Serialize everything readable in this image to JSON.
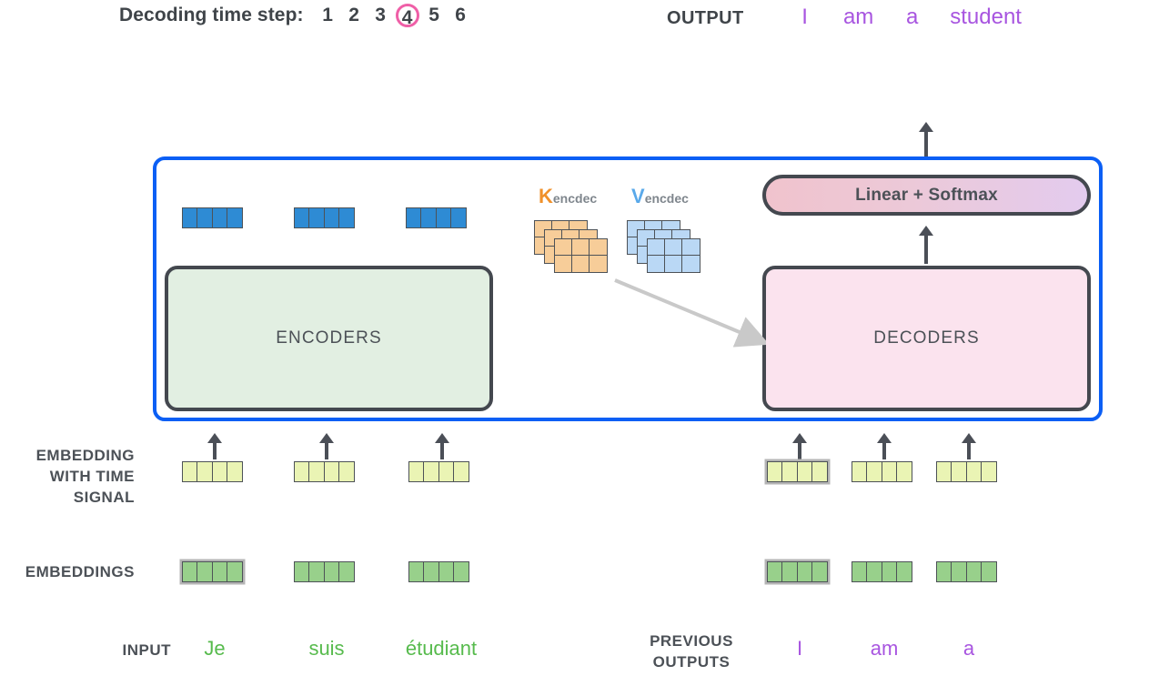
{
  "header": {
    "timestep_label": "Decoding time step:",
    "steps": [
      "1",
      "2",
      "3",
      "4",
      "5",
      "6"
    ],
    "active_step": "4",
    "active_step_color": "#ef5fa7",
    "output_label": "OUTPUT",
    "output_words": [
      "I",
      "am",
      "a",
      "student"
    ],
    "output_word_color": "#a855e0"
  },
  "diagram": {
    "container_color": "#0b5ff5",
    "encoders_label": "ENCODERS",
    "encoders_color": "#e2efe2",
    "decoders_label": "DECODERS",
    "decoders_color": "#fbe3ee",
    "linear_softmax_label": "Linear + Softmax",
    "k_label": "K",
    "k_sub": "encdec",
    "k_color": "#f0912b",
    "v_label": "V",
    "v_sub": "encdec",
    "v_color": "#5aa9ea",
    "encoder_output_vectors": 3,
    "vector_cells": 4,
    "blue_vector_color": "#2e8bd4",
    "time_signal_color": "#eaf4b4",
    "embedding_color": "#98d08b",
    "attention_arrow_color": "#c9c9c9"
  },
  "rows": {
    "embedding_with_time_signal": [
      "EMBEDDING",
      "WITH TIME",
      "SIGNAL"
    ],
    "embeddings": "EMBEDDINGS",
    "input": "INPUT",
    "previous_outputs": [
      "PREVIOUS",
      "OUTPUTS"
    ]
  },
  "input_words": [
    "Je",
    "suis",
    "étudiant"
  ],
  "input_word_color": "#57bb4d",
  "previous_output_words": [
    "I",
    "am",
    "a"
  ],
  "previous_output_color": "#a855e0"
}
